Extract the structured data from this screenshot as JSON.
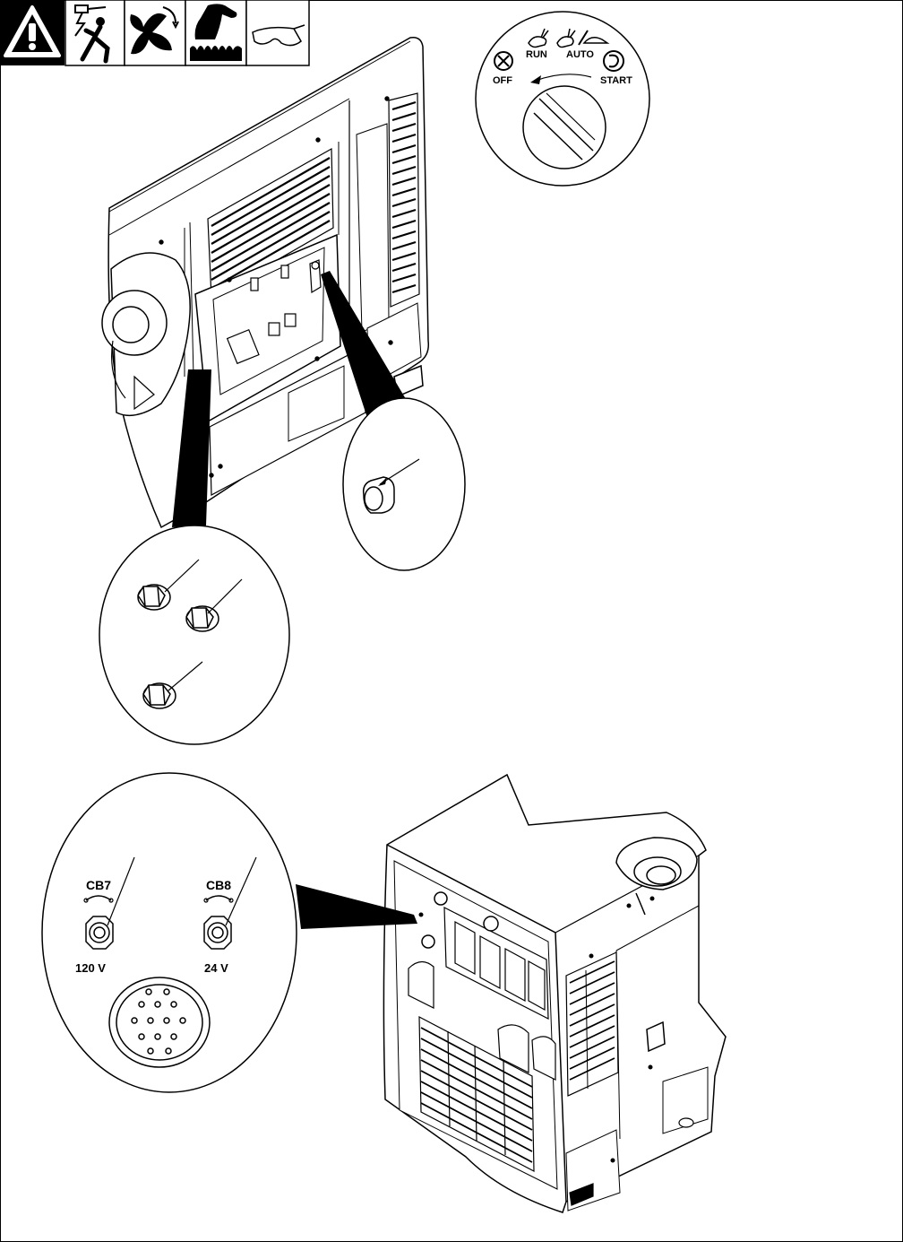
{
  "switch_labels": {
    "off": "OFF",
    "run": "RUN",
    "auto": "AUTO",
    "start": "START"
  },
  "breaker_labels": {
    "cb7": "CB7",
    "cb8": "CB8",
    "cb7_voltage": "120 V",
    "cb8_voltage": "24 V"
  }
}
